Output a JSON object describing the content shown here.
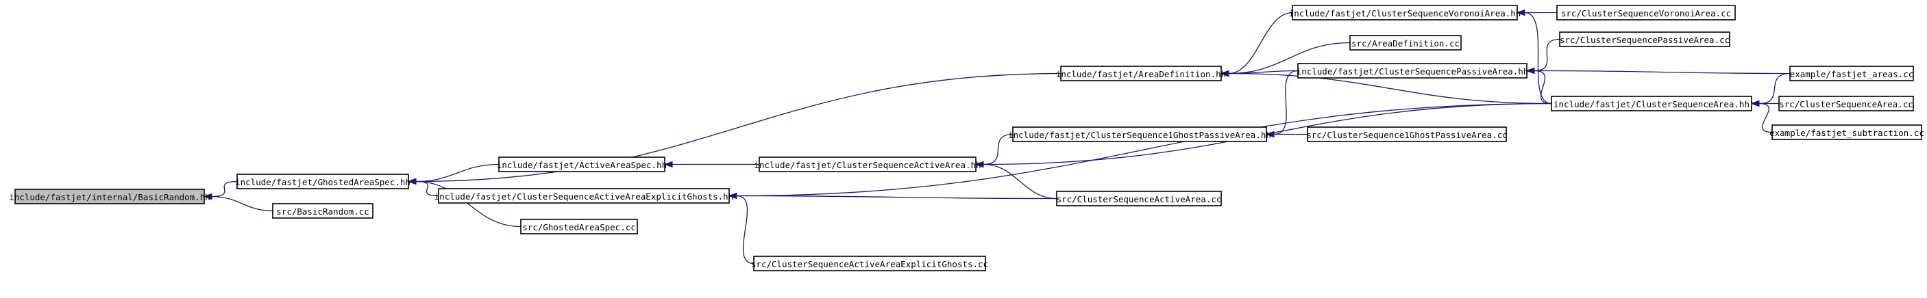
{
  "nodes": [
    {
      "id": "basicrandom_hh",
      "label": "include/fastjet/internal/BasicRandom.hh",
      "root": true
    },
    {
      "id": "basicrandom_cc",
      "label": "src/BasicRandom.cc"
    },
    {
      "id": "ghostedareaspec_hh",
      "label": "include/fastjet/GhostedAreaSpec.hh"
    },
    {
      "id": "areadefinition_hh",
      "label": "include/fastjet/AreaDefinition.hh"
    },
    {
      "id": "activeareaspec_hh",
      "label": "include/fastjet/ActiveAreaSpec.hh"
    },
    {
      "id": "csaaeg_hh",
      "label": "include/fastjet/ClusterSequenceActiveAreaExplicitGhosts.hh"
    },
    {
      "id": "ghostedareaspec_cc",
      "label": "src/GhostedAreaSpec.cc"
    },
    {
      "id": "csaaeg_cc",
      "label": "src/ClusterSequenceActiveAreaExplicitGhosts.cc"
    },
    {
      "id": "csactivearea_hh",
      "label": "include/fastjet/ClusterSequenceActiveArea.hh"
    },
    {
      "id": "csactivearea_cc",
      "label": "src/ClusterSequenceActiveArea.cc"
    },
    {
      "id": "cs1gpa_hh",
      "label": "include/fastjet/ClusterSequence1GhostPassiveArea.hh"
    },
    {
      "id": "cs1gpa_cc",
      "label": "src/ClusterSequence1GhostPassiveArea.cc"
    },
    {
      "id": "csvoronoi_hh",
      "label": "include/fastjet/ClusterSequenceVoronoiArea.hh"
    },
    {
      "id": "areadefinition_cc",
      "label": "src/AreaDefinition.cc"
    },
    {
      "id": "cspassive_hh",
      "label": "include/fastjet/ClusterSequencePassiveArea.hh"
    },
    {
      "id": "csarea_hh",
      "label": "include/fastjet/ClusterSequenceArea.hh"
    },
    {
      "id": "csvoronoi_cc",
      "label": "src/ClusterSequenceVoronoiArea.cc"
    },
    {
      "id": "cspassive_cc",
      "label": "src/ClusterSequencePassiveArea.cc"
    },
    {
      "id": "fastjet_areas_cc",
      "label": "example/fastjet_areas.cc"
    },
    {
      "id": "csarea_cc",
      "label": "src/ClusterSequenceArea.cc"
    },
    {
      "id": "fastjet_subtraction_cc",
      "label": "example/fastjet_subtraction.cc"
    }
  ],
  "edges": [
    {
      "from": "basicrandom_cc",
      "to": "basicrandom_hh"
    },
    {
      "from": "ghostedareaspec_hh",
      "to": "basicrandom_hh"
    },
    {
      "from": "areadefinition_hh",
      "to": "ghostedareaspec_hh"
    },
    {
      "from": "activeareaspec_hh",
      "to": "ghostedareaspec_hh"
    },
    {
      "from": "csaaeg_hh",
      "to": "ghostedareaspec_hh"
    },
    {
      "from": "ghostedareaspec_cc",
      "to": "ghostedareaspec_hh"
    },
    {
      "from": "csactivearea_hh",
      "to": "activeareaspec_hh"
    },
    {
      "from": "csactivearea_cc",
      "to": "csaaeg_hh"
    },
    {
      "from": "csaaeg_cc",
      "to": "csaaeg_hh"
    },
    {
      "from": "csarea_hh",
      "to": "csaaeg_hh"
    },
    {
      "from": "cs1gpa_hh",
      "to": "csactivearea_hh"
    },
    {
      "from": "csactivearea_cc",
      "to": "csactivearea_hh"
    },
    {
      "from": "csarea_hh",
      "to": "csactivearea_hh"
    },
    {
      "from": "cs1gpa_cc",
      "to": "cs1gpa_hh"
    },
    {
      "from": "cspassive_hh",
      "to": "cs1gpa_hh"
    },
    {
      "from": "csvoronoi_hh",
      "to": "areadefinition_hh"
    },
    {
      "from": "areadefinition_cc",
      "to": "areadefinition_hh"
    },
    {
      "from": "cspassive_hh",
      "to": "areadefinition_hh"
    },
    {
      "from": "csarea_hh",
      "to": "areadefinition_hh"
    },
    {
      "from": "csvoronoi_cc",
      "to": "csvoronoi_hh"
    },
    {
      "from": "csarea_hh",
      "to": "csvoronoi_hh"
    },
    {
      "from": "cspassive_cc",
      "to": "cspassive_hh"
    },
    {
      "from": "csarea_hh",
      "to": "cspassive_hh"
    },
    {
      "from": "fastjet_areas_cc",
      "to": "cspassive_hh"
    },
    {
      "from": "fastjet_areas_cc",
      "to": "csarea_hh"
    },
    {
      "from": "csarea_cc",
      "to": "csarea_hh"
    },
    {
      "from": "fastjet_subtraction_cc",
      "to": "csarea_hh"
    }
  ],
  "colors": {
    "edge": "#191970",
    "root_fill": "#bfbfbf",
    "node_fill": "#ffffff",
    "node_border": "#000000"
  }
}
